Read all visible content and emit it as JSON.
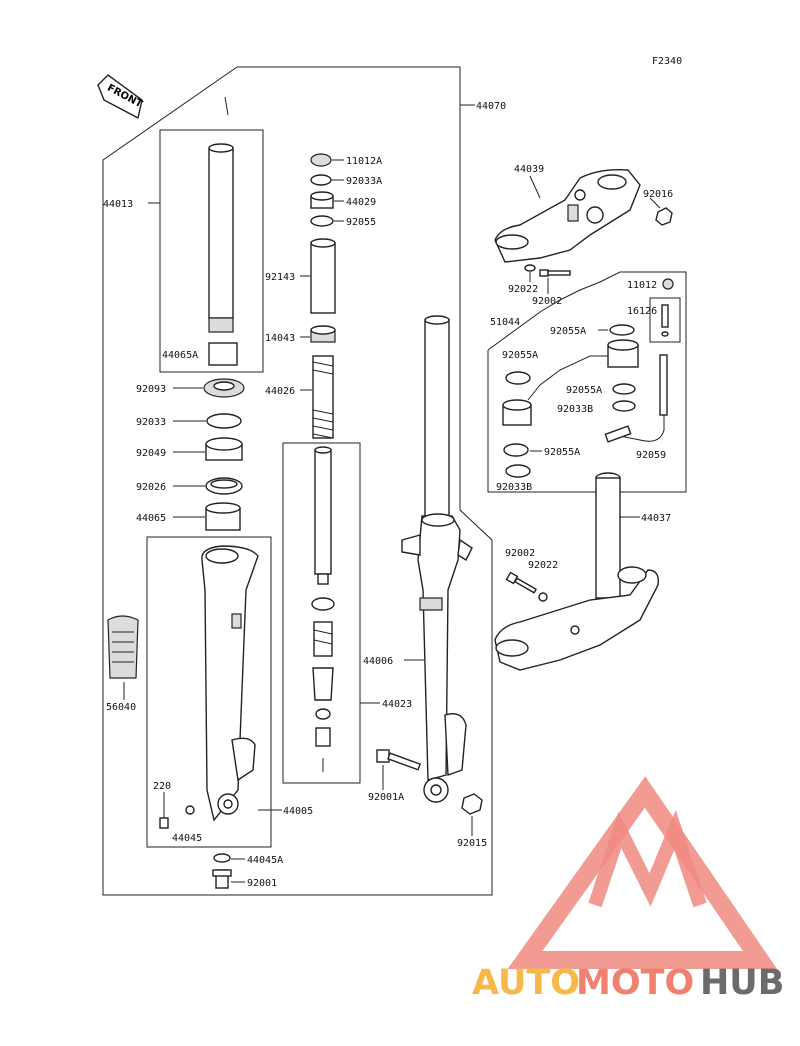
{
  "diagram_code": "F2340",
  "front_badge": "FRONT",
  "watermark": {
    "part1": "AUTO",
    "part2": "MOTO",
    "part3": "HUB",
    "colors": {
      "part1": "#f7b84a",
      "part2": "#f08070",
      "part3": "#6b6b6b",
      "logo": "#f08a80"
    }
  },
  "parts": {
    "p44070": "44070",
    "p44013": "44013",
    "p11012A": "11012A",
    "p92033A": "92033A",
    "p44029": "44029",
    "p92055": "92055",
    "p92143": "92143",
    "p14043": "14043",
    "p44065A": "44065A",
    "p92093": "92093",
    "p44026": "44026",
    "p92033": "92033",
    "p92049": "92049",
    "p92026": "92026",
    "p44065": "44065",
    "p44039": "44039",
    "p92016": "92016",
    "p92022": "92022",
    "p92002": "92002",
    "p11012": "11012",
    "p16126": "16126",
    "p51044": "51044",
    "p92055A_1": "92055A",
    "p92055A_2": "92055A",
    "p92055A_3": "92055A",
    "p92055A_4": "92055A",
    "p92033B_1": "92033B",
    "p92033B_2": "92033B",
    "p92059": "92059",
    "p44037": "44037",
    "p92002_b": "92002",
    "p92022_b": "92022",
    "p44006": "44006",
    "p44023": "44023",
    "p56040": "56040",
    "p220": "220",
    "p44045": "44045",
    "p44005": "44005",
    "p44045A": "44045A",
    "p92001": "92001",
    "p92001A": "92001A",
    "p92015": "92015"
  }
}
